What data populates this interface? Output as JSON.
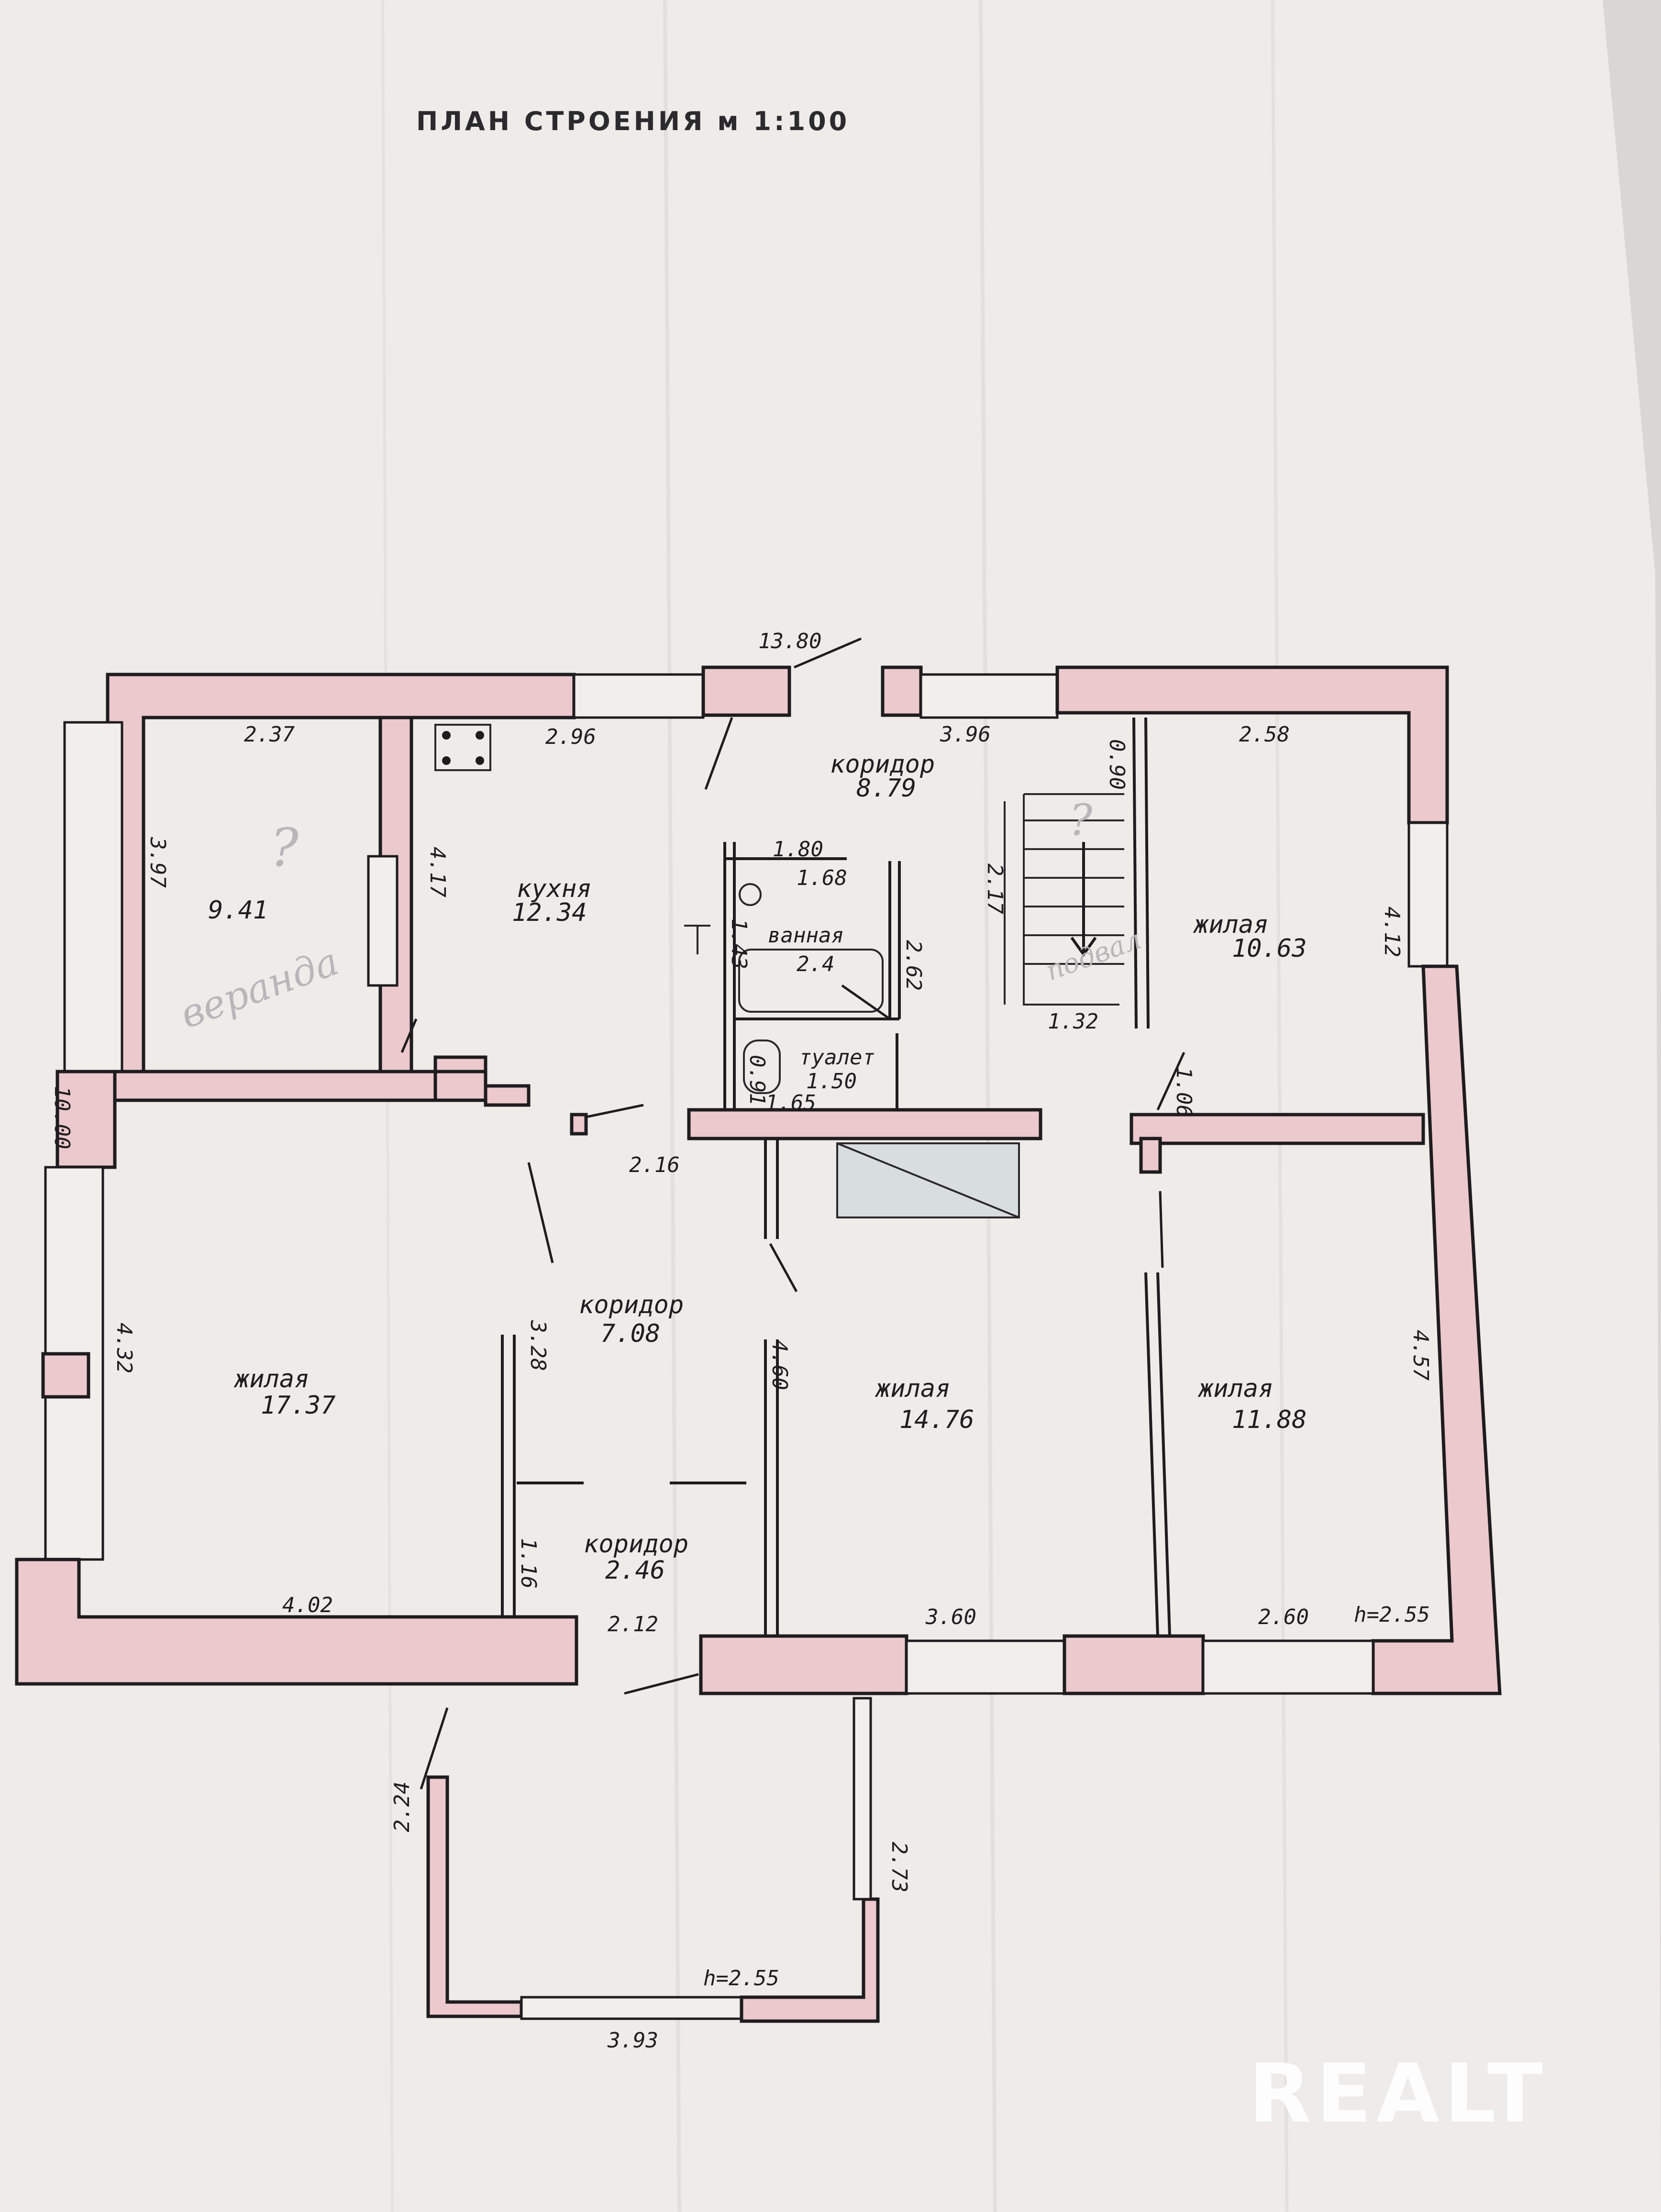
{
  "title": "ПЛАН СТРОЕНИЯ м 1:100",
  "watermark": "REALT",
  "handwritten": {
    "note1": "?",
    "note2": "веранда",
    "note3": "?",
    "note4": "подвал"
  },
  "rooms": {
    "veranda_area": "9.41",
    "kitchen_name": "кухня",
    "kitchen_area": "12.34",
    "corridor_top_name": "коридор",
    "corridor_top_area": "8.79",
    "bath_name": "ванная",
    "bath_area": "2.4",
    "toilet_name": "туалет",
    "toilet_area": "1.50",
    "living_ne_name": "жилая",
    "living_ne_area": "10.63",
    "living_w_name": "жилая",
    "living_w_area": "17.37",
    "corridor_mid_name": "коридор",
    "corridor_mid_area": "7.08",
    "living_c_name": "жилая",
    "living_c_area": "14.76",
    "living_e_name": "жилая",
    "living_e_area": "11.88",
    "corridor_low_name": "коридор",
    "corridor_low_area": "2.46"
  },
  "dims": {
    "overall": "13.80",
    "left_total": "10.00",
    "veranda_w": "2.37",
    "veranda_h": "3.97",
    "kitchen_w": "2.96",
    "kitchen_h": "4.17",
    "corridor_w": "3.96",
    "stair_top": "0.90",
    "stair_h": "2.17",
    "stair_w": "1.32",
    "bath_w": "1.80",
    "bath_inner": "1.68",
    "bath_h1": "1.43",
    "bath_h2": "2.62",
    "toilet_d": "0.91",
    "toilet_w": "1.65",
    "ne_w": "2.58",
    "ne_h": "4.12",
    "door_106": "1.06",
    "hall_w": "2.16",
    "w_h": "4.32",
    "corr_h": "3.28",
    "c_h": "4.60",
    "e_h": "4.57",
    "corr_low_h": "1.16",
    "w_w": "4.02",
    "corr_low_w": "2.12",
    "c_w": "3.60",
    "e_w": "2.60",
    "height": "h=2.55",
    "porch_left": "2.24",
    "porch_right": "2.73",
    "porch_height": "h=2.55",
    "porch_w": "3.93"
  }
}
